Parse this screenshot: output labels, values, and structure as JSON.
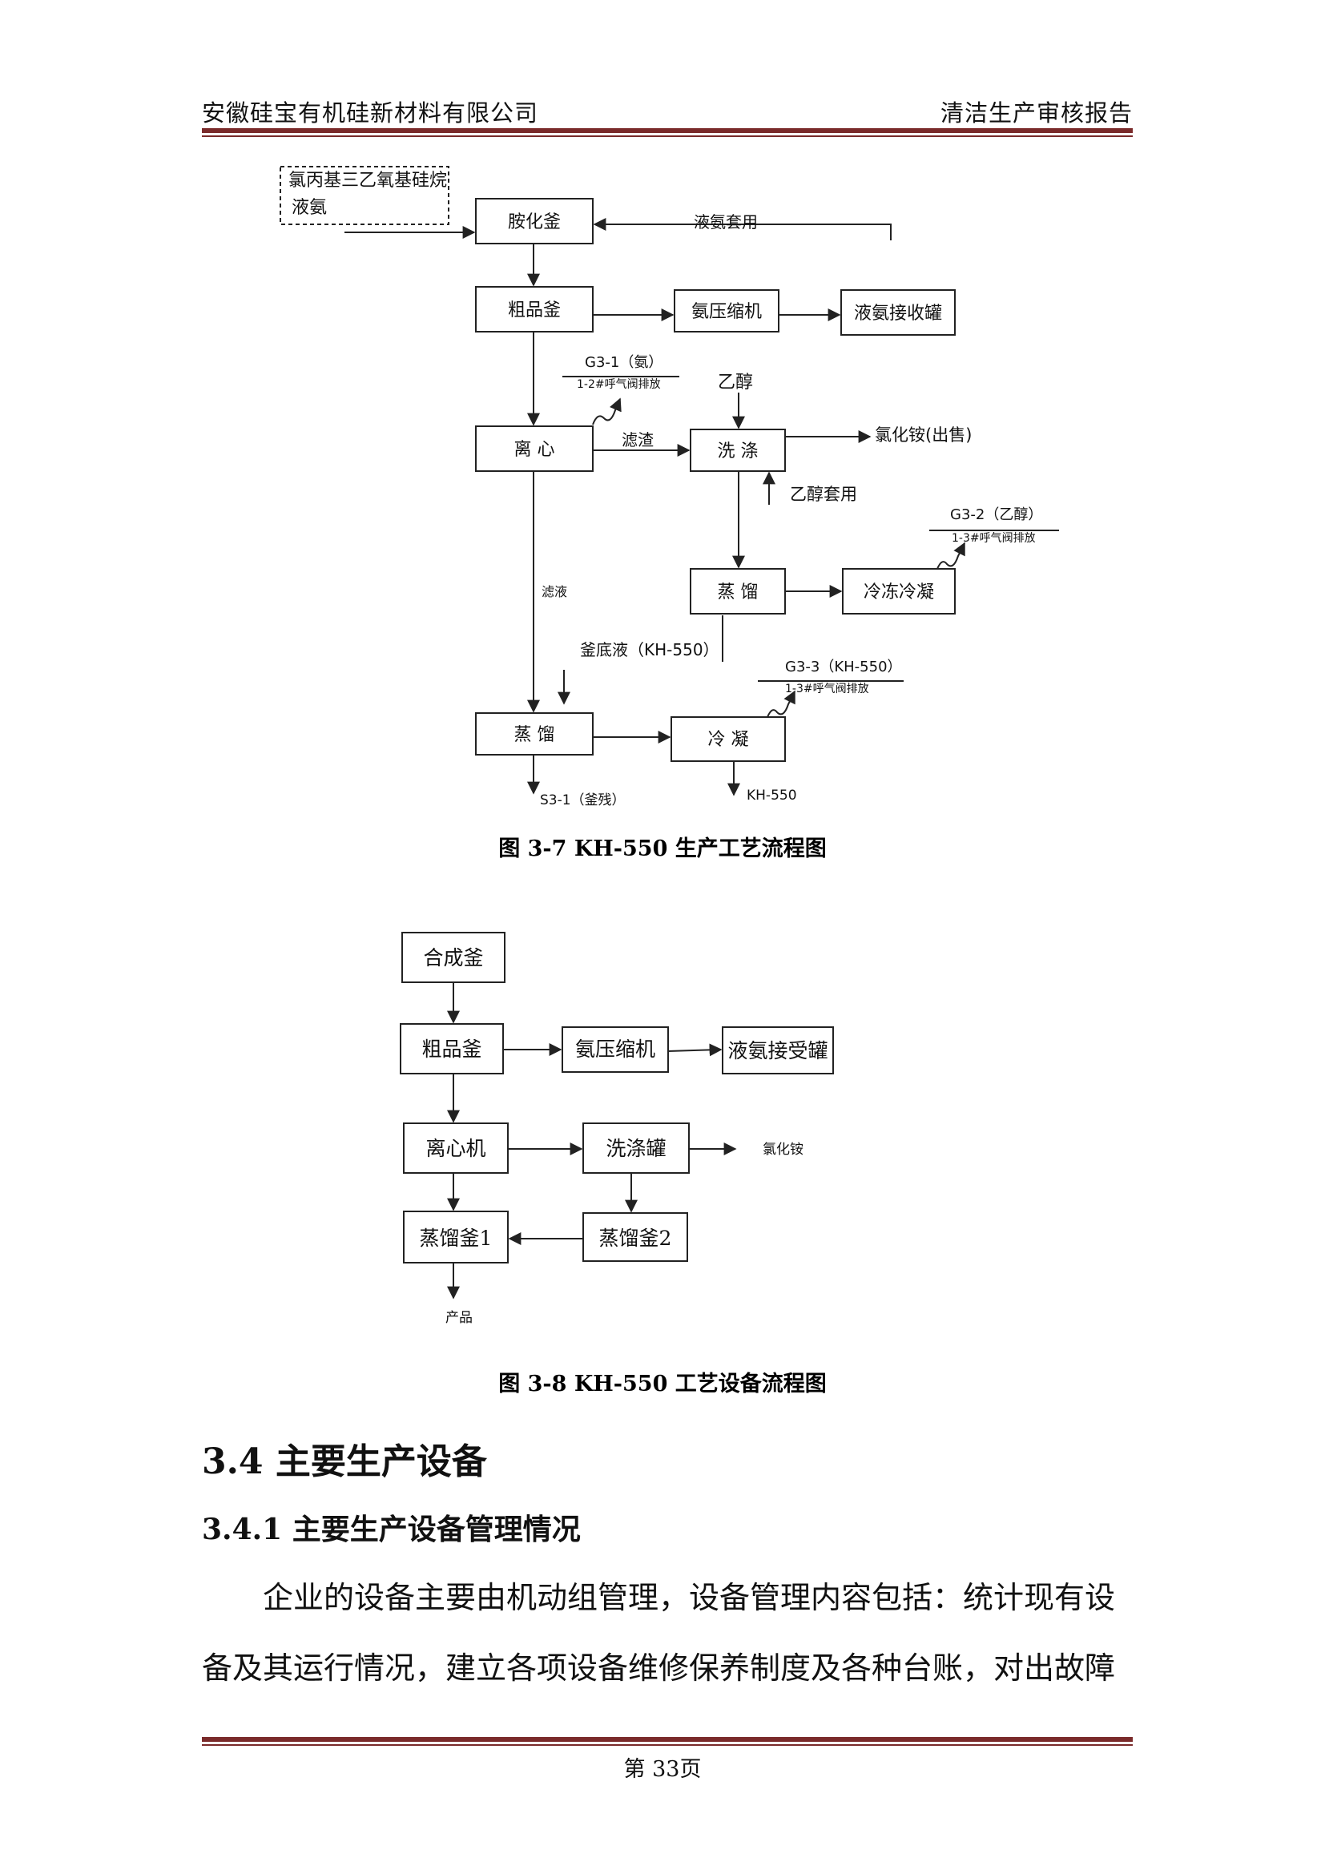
{
  "header": {
    "company": "安徽硅宝有机硅新材料有限公司",
    "report": "清洁生产审核报告"
  },
  "figure1": {
    "caption": "图 3-7 KH-550 生产工艺流程图",
    "inputs": [
      "氯丙基三乙氧基硅烷",
      "液氨"
    ],
    "boxes": {
      "amination": "胺化釜",
      "crude": "粗品釜",
      "ammonia_compressor": "氨压缩机",
      "liquid_ammonia_tank": "液氨接收罐",
      "centrifuge": "离 心",
      "washing": "洗 涤",
      "distill_a": "蒸 馏",
      "freeze_condense": "冷冻冷凝",
      "distill_b": "蒸 馏",
      "condense": "冷 凝"
    },
    "labels": {
      "ammonia_reuse": "液氨套用",
      "g31": "G3-1（氨）",
      "vent_a": "1-2#呼气阀排放",
      "ethanol": "乙醇",
      "filter_residue": "滤渣",
      "ammonium_chloride_sale": "氯化铵(出售)",
      "ethanol_reuse": "乙醇套用",
      "g32": "G3-2（乙醇）",
      "vent_b": "1-3#呼气阀排放",
      "filtrate": "滤液",
      "bottoms": "釜底液（KH-550）",
      "g33": "G3-3（KH-550）",
      "vent_c": "1-3#呼气阀排放",
      "s31": "S3-1（釜残）",
      "product": "KH-550"
    }
  },
  "figure2": {
    "caption": "图 3-8 KH-550 工艺设备流程图",
    "boxes": {
      "synthesis": "合成釜",
      "crude": "粗品釜",
      "compressor": "氨压缩机",
      "receiver": "液氨接受罐",
      "centrifuge": "离心机",
      "wash_tank": "洗涤罐",
      "still1": "蒸馏釜1",
      "still2": "蒸馏釜2"
    },
    "labels": {
      "ammonium_chloride": "氯化铵",
      "product": "产品"
    }
  },
  "section": {
    "h2": "3.4 主要生产设备",
    "h3": "3.4.1 主要生产设备管理情况",
    "para_line1": "企业的设备主要由机动组管理，设备管理内容包括：统计现有设",
    "para_line2": "备及其运行情况，建立各项设备维修保养制度及各种台账，对出故障"
  },
  "footer": {
    "page": "第 33页"
  }
}
